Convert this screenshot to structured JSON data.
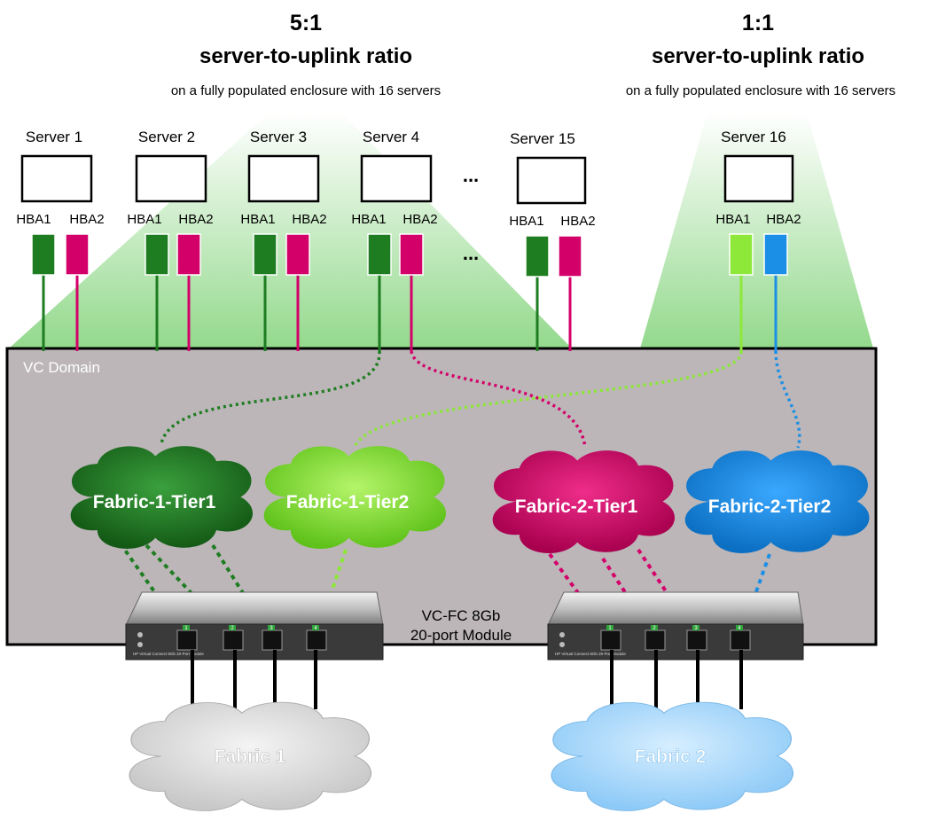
{
  "left_heading": {
    "ratio": "5:1",
    "title": "server-to-uplink ratio",
    "subtitle": "on a fully populated enclosure with 16 servers"
  },
  "right_heading": {
    "ratio": "1:1",
    "title": "server-to-uplink ratio",
    "subtitle": "on a fully populated enclosure with 16 servers"
  },
  "servers": [
    {
      "name": "Server 1",
      "hba1": "HBA1",
      "hba2": "HBA2"
    },
    {
      "name": "Server 2",
      "hba1": "HBA1",
      "hba2": "HBA2"
    },
    {
      "name": "Server 3",
      "hba1": "HBA1",
      "hba2": "HBA2"
    },
    {
      "name": "Server 4",
      "hba1": "HBA1",
      "hba2": "HBA2"
    },
    {
      "name": "Server 15",
      "hba1": "HBA1",
      "hba2": "HBA2"
    },
    {
      "name": "Server 16",
      "hba1": "HBA1",
      "hba2": "HBA2"
    }
  ],
  "ellipsis": "...",
  "domain_label": "VC Domain",
  "clouds": {
    "f1t1": "Fabric-1-Tier1",
    "f1t2": "Fabric-1-Tier2",
    "f2t1": "Fabric-2-Tier1",
    "f2t2": "Fabric-2-Tier2"
  },
  "module_label": [
    "VC-FC 8Gb",
    "20-port Module"
  ],
  "modules": {
    "port_labels": [
      "1",
      "2",
      "3",
      "4"
    ],
    "engraving": "HP Virtual Connect 8Gb 20-Port Module"
  },
  "external_fabrics": {
    "fabric1": "Fabric 1",
    "fabric2": "Fabric 2"
  },
  "colors": {
    "green_dark": "#1e7d21",
    "green_light": "#8ee83a",
    "magenta": "#d4006a",
    "blue": "#1b8fe6",
    "domain_gray": "#bcb6b8",
    "gray_cloud": "#d9d9d9",
    "light_blue_cloud": "#a9d8fb"
  }
}
